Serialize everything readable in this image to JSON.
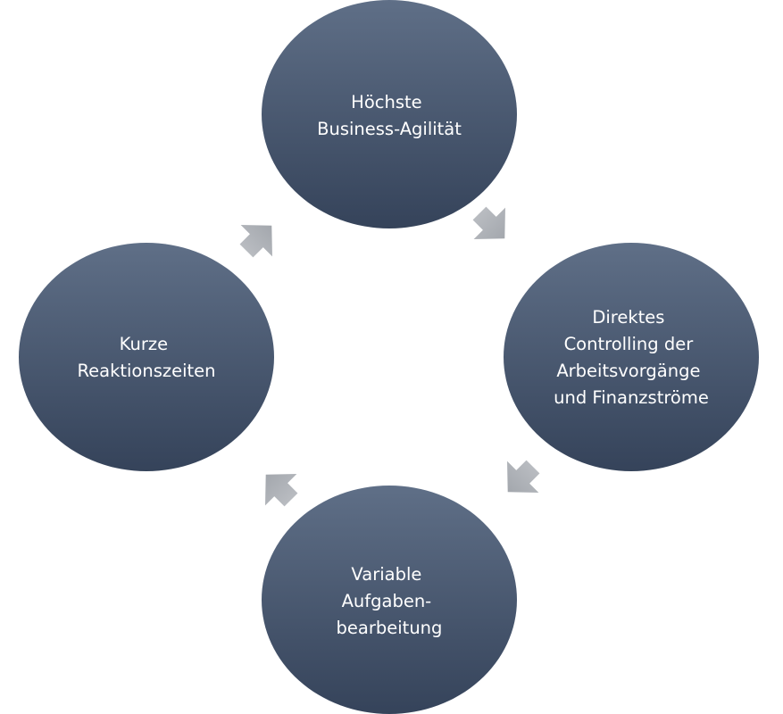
{
  "diagram": {
    "nodes": [
      {
        "id": "top",
        "lines": [
          "Höchste",
          "Business-Agilität"
        ]
      },
      {
        "id": "right",
        "lines": [
          "Direktes",
          "Controlling der",
          "Arbeitsvorgänge",
          "und Finanzströme"
        ]
      },
      {
        "id": "bottom",
        "lines": [
          "Variable",
          "Aufgaben-",
          "bearbeitung"
        ]
      },
      {
        "id": "left",
        "lines": [
          "Kurze",
          "Reaktionszeiten"
        ]
      }
    ],
    "colors": {
      "node_top": "#5f6f87",
      "node_bottom": "#35435a",
      "arrow_light": "#b9bcc1",
      "arrow_dark": "#a3a7ad",
      "label": "#ffffff"
    }
  }
}
